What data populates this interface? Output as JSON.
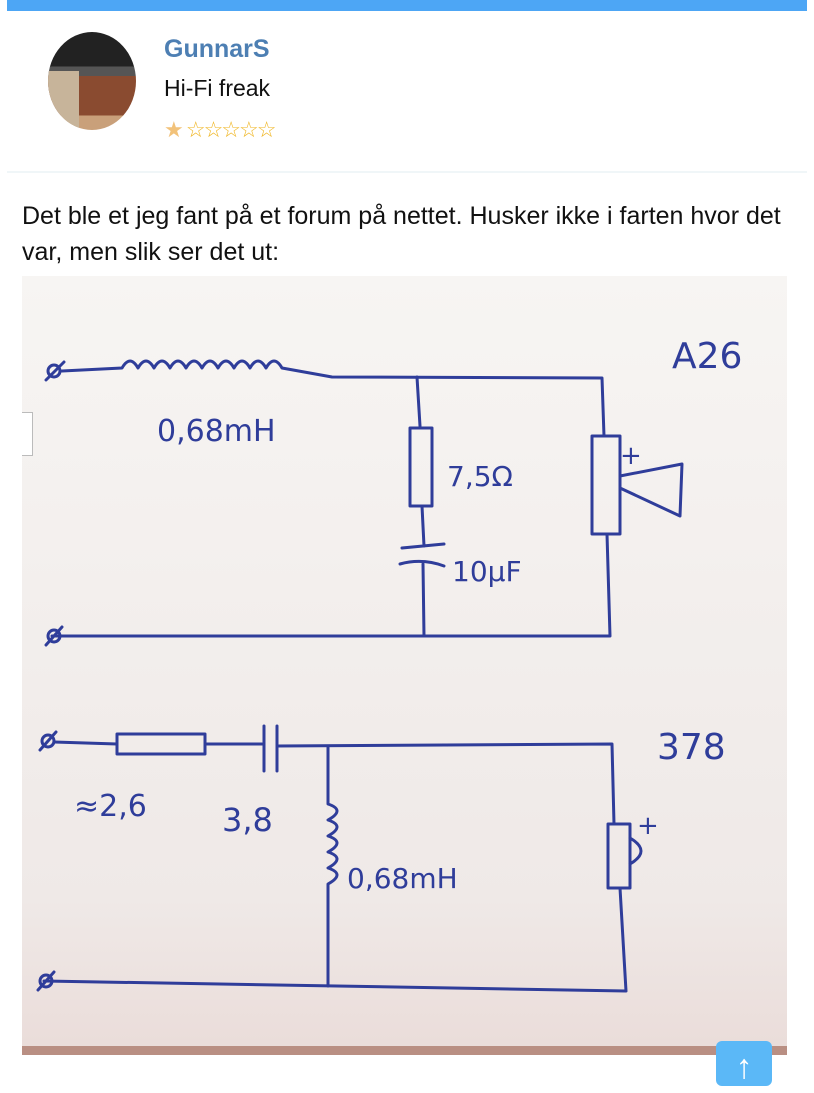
{
  "user": {
    "name": "GunnarS",
    "title": "Hi-Fi freak",
    "rank_icon": "medal-star-icon",
    "stars": "☆☆☆☆☆"
  },
  "post": {
    "text": "Det ble et jeg fant på et forum på nettet. Husker ikke i farten hvor det var, men slik ser det ut:"
  },
  "schematic": {
    "top": {
      "inductor": "0,68mH",
      "resistor": "7,5Ω",
      "capacitor": "10µF",
      "driver": "A26",
      "polarity": "+"
    },
    "bottom": {
      "resistor": "≈2,6",
      "capacitor": "3,8",
      "inductor": "0,68mH",
      "driver": "378",
      "polarity": "+"
    }
  },
  "scroll_top_icon": "↑",
  "colors": {
    "accent": "#4da6f5",
    "ink": "#2f3d9a"
  }
}
